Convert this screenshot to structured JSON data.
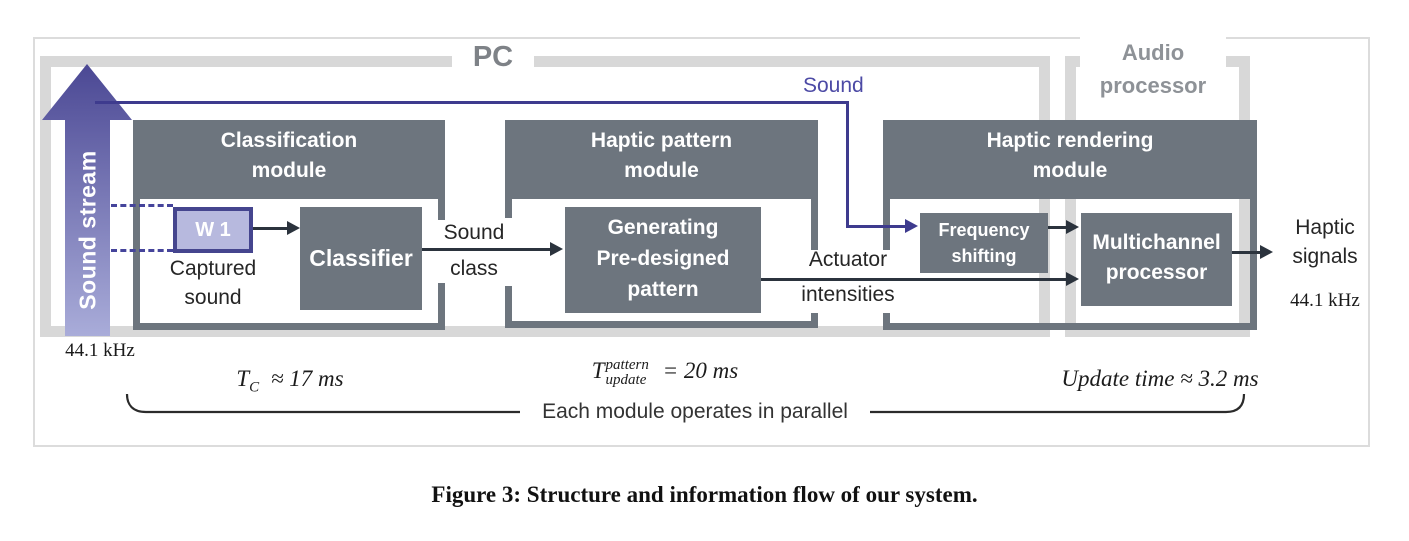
{
  "pc_label": "PC",
  "audio": {
    "line1": "Audio",
    "line2": "processor"
  },
  "sound_stream": {
    "label": "Sound stream",
    "rate": "44.1 kHz"
  },
  "sound_line_label": "Sound",
  "classification": {
    "title1": "Classification",
    "title2": "module",
    "window_label": "W 1",
    "captured1": "Captured",
    "captured2": "sound",
    "classifier": "Classifier"
  },
  "sound_class": {
    "line1": "Sound",
    "line2": "class"
  },
  "haptic_pattern": {
    "title1": "Haptic pattern",
    "title2": "module",
    "gen1": "Generating",
    "gen2": "Pre-designed",
    "gen3": "pattern"
  },
  "actuator": {
    "line1": "Actuator",
    "line2": "intensities"
  },
  "haptic_rendering": {
    "title1": "Haptic rendering",
    "title2": "module",
    "freq1": "Frequency",
    "freq2": "shifting",
    "multi1": "Multichannel",
    "multi2": "processor"
  },
  "output": {
    "line1": "Haptic",
    "line2": "signals",
    "rate": "44.1 kHz"
  },
  "timings": {
    "classification": {
      "base": "T",
      "sub": "C",
      "value": "≈ 17 ms"
    },
    "pattern": {
      "base": "T",
      "sup": "pattern",
      "sub": "update",
      "value": "= 20 ms"
    },
    "rendering": "Update time ≈ 3.2 ms"
  },
  "parallel_note": "Each module operates in parallel",
  "caption": "Figure 3: Structure and information flow of our system.",
  "colors": {
    "module_gray": "#6d757e",
    "container_gray": "#d8d8d8",
    "accent_purple": "#3e3b8e",
    "window_fill": "#b7b9de",
    "pc_label_gray": "#7e8287"
  }
}
